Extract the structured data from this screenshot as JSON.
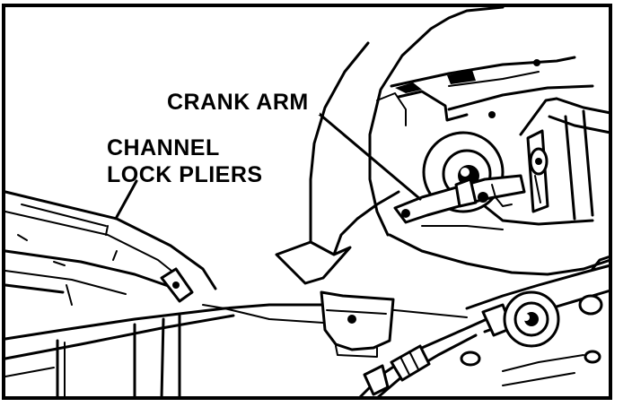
{
  "labels": {
    "crank_arm": "CRANK ARM",
    "channel_line1": "CHANNEL",
    "channel_line2": "LOCK PLIERS"
  },
  "colors": {
    "ink": "#000000",
    "paper": "#ffffff"
  }
}
